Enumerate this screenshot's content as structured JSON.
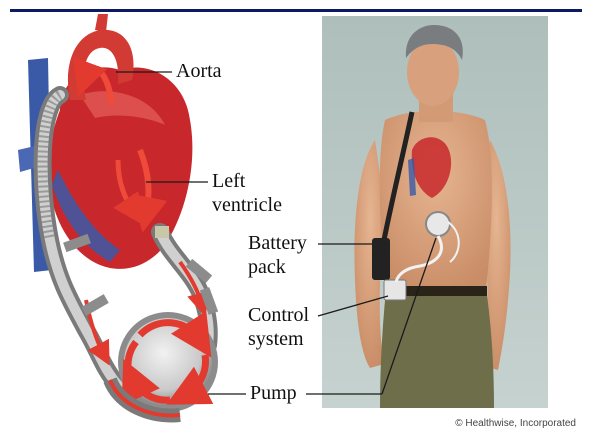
{
  "labels": {
    "aorta": "Aorta",
    "left_ventricle_line1": "Left",
    "left_ventricle_line2": "ventricle",
    "battery_line1": "Battery",
    "battery_line2": "pack",
    "control_line1": "Control",
    "control_line2": "system",
    "pump": "Pump"
  },
  "credit": "© Healthwise, Incorporated",
  "colors": {
    "top_bar": "#0c1a66",
    "heart_red": "#c8282c",
    "vessel_blue": "#3a5aa8",
    "arrow_red": "#e23a2e",
    "photo_background": "#a8b8b4",
    "skin": "#d8a07c",
    "pants": "#6f6e4a"
  }
}
